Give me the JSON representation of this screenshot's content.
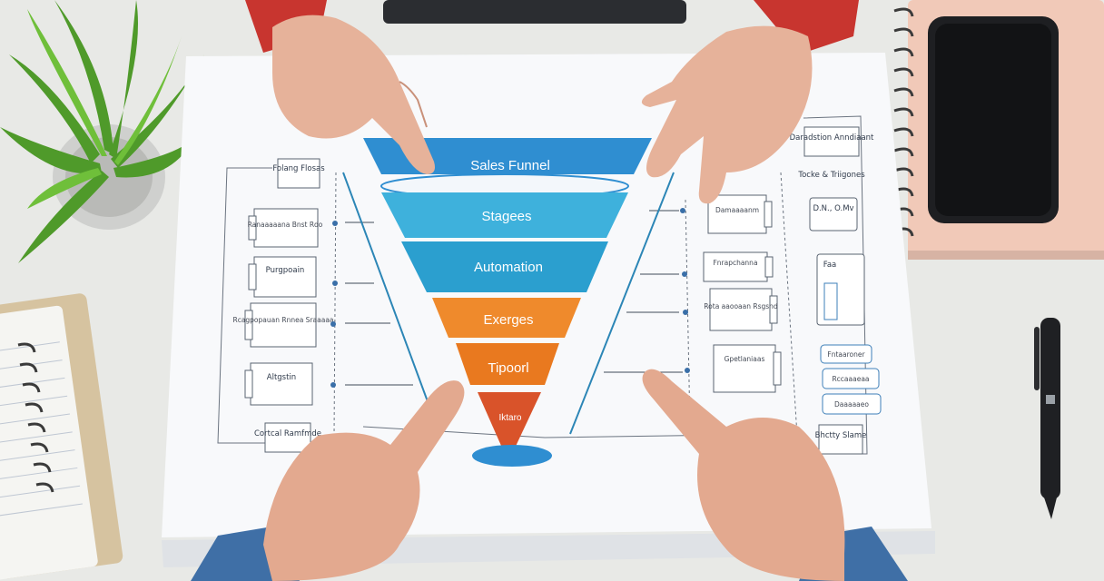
{
  "funnel": {
    "title": "Sales Funnel",
    "stages": [
      "Stagees",
      "Automation",
      "Exerges",
      "Tipoorl",
      "Iktaro"
    ]
  },
  "left_notes": [
    "Folang Flosas",
    "Ranaaaaana Bnst Rdo",
    "Purgpoain",
    "Rcagpopauan Rnnea Sraaaaa",
    "Altgstin",
    "Cortcal Ramfmde"
  ],
  "right_notes": [
    "Daradstion Anndiaant",
    "Tocke & Triigones",
    "Damaaaanm",
    "D.N., O.Mv",
    "Fnrapchanna",
    "Faa",
    "Rota aaooaan Rsgsnd",
    "Gpetlaniaas",
    "Fntaaroner",
    "Rccaaaeaa",
    "Daaaaaeo",
    "Bhctty Slame"
  ],
  "colors": {
    "stage1": "#2f8ed1",
    "stage2": "#3eb1dc",
    "stage3": "#2b9fcf",
    "stage4": "#ef8a2c",
    "stage5": "#e9791f",
    "stage6": "#d9532a",
    "desk": "#e9eae7",
    "paper": "#f8f9fb"
  }
}
